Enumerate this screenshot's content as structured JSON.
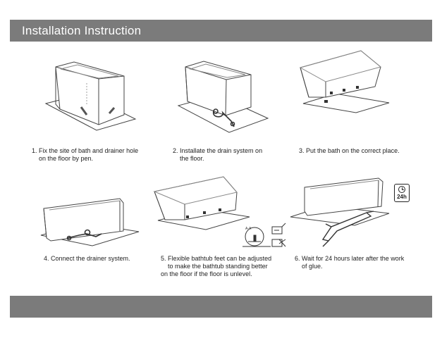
{
  "header": {
    "title": "Installation Instruction"
  },
  "steps": [
    {
      "lines": [
        "1. Fix the site of bath and drainer hole",
        "on the floor by pen."
      ]
    },
    {
      "lines": [
        "2. Installate the drain system on",
        "the floor."
      ]
    },
    {
      "lines": [
        "3. Put the bath on the correct place."
      ]
    },
    {
      "lines": [
        "4. Connect the drainer system."
      ]
    },
    {
      "lines": [
        "5. Flexible bathtub feet can be adjusted",
        "to make the bathtub standing better",
        "on the floor if the floor is unlevel."
      ]
    },
    {
      "lines": [
        "6. Wait for 24 hours later after the work",
        "of glue."
      ]
    }
  ],
  "badge": {
    "text": "24h",
    "icon": "clock-icon"
  },
  "colors": {
    "band": "#7b7b7b",
    "title": "#ffffff",
    "ink": "#222222"
  }
}
